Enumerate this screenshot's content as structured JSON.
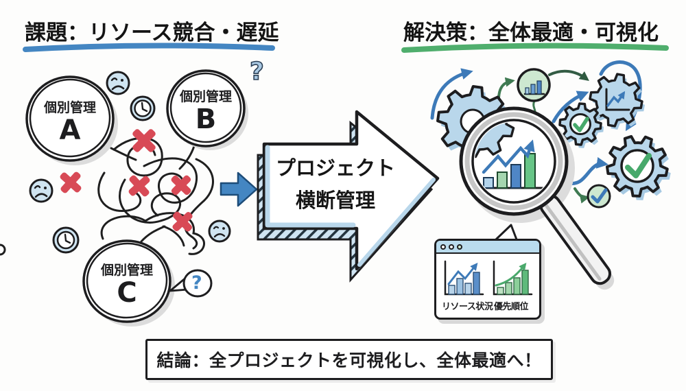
{
  "colors": {
    "ink": "#1d1d1f",
    "accent_blue": "#3d7ab8",
    "underline_blue": "#4486c2",
    "underline_green": "#4fae6d",
    "light_blue_fill": "#bcd9ec",
    "mid_blue": "#4f86c6",
    "accent_green": "#47a96b",
    "light_green_fill": "#cde8d0",
    "dark_green_arrow": "#3f7a52",
    "alert_red": "#d84a56",
    "silver_ring": "#c6c6c6",
    "shadow_gray": "#d9d9d9",
    "window_bar": "#badcee"
  },
  "header": {
    "problem_title": "課題：リソース競合・遅延",
    "solution_title": "解決策：全体最適・可視化"
  },
  "problem_cluster": {
    "circle_a": {
      "label": "個別管理",
      "letter": "A"
    },
    "circle_b": {
      "label": "個別管理",
      "letter": "B"
    },
    "circle_c": {
      "label": "個別管理",
      "letter": "C"
    },
    "question_mark": "?"
  },
  "transform_arrow": {
    "line1": "プロジェクト",
    "line2": "横断管理"
  },
  "solution_cluster": {
    "dashboard": {
      "left_chart_label": "リソース状況",
      "right_chart_label": "優先順位"
    }
  },
  "conclusion": {
    "text": "結論：全プロジェクトを可視化し、全体最適へ！"
  },
  "icons": {
    "sad_face": "frowning-face",
    "clock": "clock",
    "cross": "red-x",
    "check": "green-check",
    "gear": "gear",
    "magnifier": "magnifying-glass",
    "bar_chart": "bar-chart",
    "trend_arrow": "upward-trend-arrow",
    "question": "?"
  }
}
